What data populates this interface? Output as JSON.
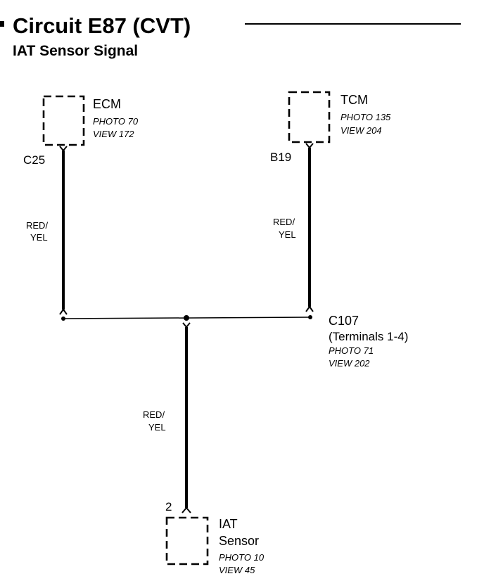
{
  "header": {
    "title": "Circuit E87 (CVT)",
    "subtitle": "IAT Sensor Signal"
  },
  "components": {
    "ecm": {
      "name": "ECM",
      "photo": "PHOTO 70",
      "view": "VIEW 172",
      "pin": "C25"
    },
    "tcm": {
      "name": "TCM",
      "photo": "PHOTO 135",
      "view": "VIEW 204",
      "pin": "B19"
    },
    "c107": {
      "name": "C107",
      "terminals": "(Terminals 1-4)",
      "photo": "PHOTO 71",
      "view": "VIEW 202"
    },
    "iat": {
      "pin": "2",
      "name_line1": "IAT",
      "name_line2": "Sensor",
      "photo": "PHOTO 10",
      "view": "VIEW 45"
    }
  },
  "wires": {
    "left": {
      "line1": "RED/",
      "line2": "YEL"
    },
    "right": {
      "line1": "RED/",
      "line2": "YEL"
    },
    "bottom": {
      "line1": "RED/",
      "line2": "YEL"
    }
  }
}
